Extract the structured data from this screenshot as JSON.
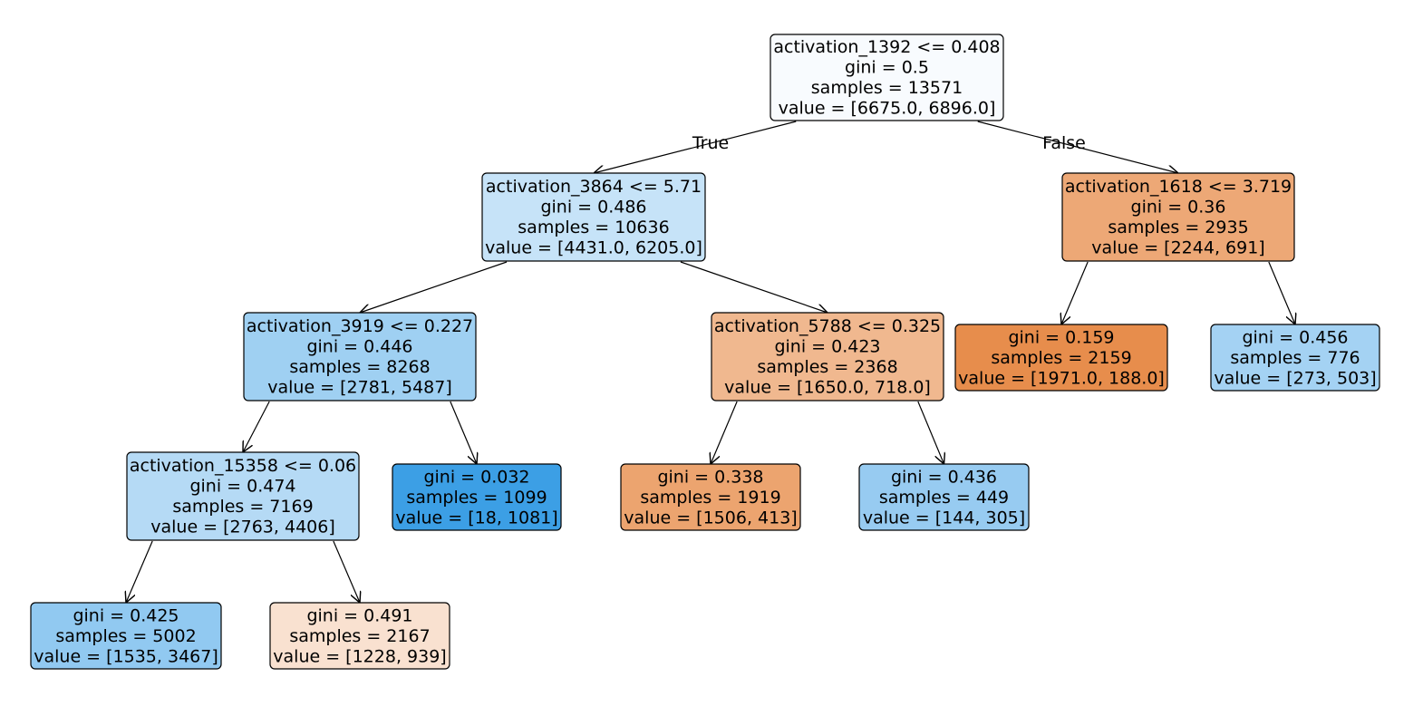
{
  "tree": {
    "edge_labels": {
      "true_label": "True",
      "false_label": "False"
    },
    "nodes": [
      {
        "id": "n0",
        "lines": [
          "activation_1392 <= 0.408",
          "gini = 0.5",
          "samples = 13571",
          "value = [6675.0, 6896.0]"
        ],
        "fill": "#f8fbfe"
      },
      {
        "id": "n1",
        "lines": [
          "activation_3864 <= 5.71",
          "gini = 0.486",
          "samples = 10636",
          "value = [4431.0, 6205.0]"
        ],
        "fill": "#c6e3f8"
      },
      {
        "id": "n2",
        "lines": [
          "activation_3919 <= 0.227",
          "gini = 0.446",
          "samples = 8268",
          "value = [2781, 5487]"
        ],
        "fill": "#9fd0f2"
      },
      {
        "id": "n3",
        "lines": [
          "activation_15358 <= 0.06",
          "gini = 0.474",
          "samples = 7169",
          "value = [2763, 4406]"
        ],
        "fill": "#b5daf5"
      },
      {
        "id": "n4",
        "lines": [
          "gini = 0.425",
          "samples = 5002",
          "value = [1535, 3467]"
        ],
        "fill": "#91c9f1"
      },
      {
        "id": "n5",
        "lines": [
          "gini = 0.491",
          "samples = 2167",
          "value = [1228, 939]"
        ],
        "fill": "#f9e1d0"
      },
      {
        "id": "n6",
        "lines": [
          "gini = 0.032",
          "samples = 1099",
          "value = [18, 1081]"
        ],
        "fill": "#3c9fe5"
      },
      {
        "id": "n7",
        "lines": [
          "activation_5788 <= 0.325",
          "gini = 0.423",
          "samples = 2368",
          "value = [1650.0, 718.0]"
        ],
        "fill": "#f0b88f"
      },
      {
        "id": "n8",
        "lines": [
          "gini = 0.338",
          "samples = 1919",
          "value = [1506, 413]"
        ],
        "fill": "#eca46f"
      },
      {
        "id": "n9",
        "lines": [
          "gini = 0.436",
          "samples = 449",
          "value = [144, 305]"
        ],
        "fill": "#97cbf1"
      },
      {
        "id": "n10",
        "lines": [
          "activation_1618 <= 3.719",
          "gini = 0.36",
          "samples = 2935",
          "value = [2244, 691]"
        ],
        "fill": "#eda876"
      },
      {
        "id": "n11",
        "lines": [
          "gini = 0.159",
          "samples = 2159",
          "value = [1971.0, 188.0]"
        ],
        "fill": "#e78d4c"
      },
      {
        "id": "n12",
        "lines": [
          "gini = 0.456",
          "samples = 776",
          "value = [273, 503]"
        ],
        "fill": "#a4d2f3"
      }
    ],
    "edges": [
      {
        "from": "n0",
        "to": "n1",
        "label": "true_label"
      },
      {
        "from": "n0",
        "to": "n10",
        "label": "false_label"
      },
      {
        "from": "n1",
        "to": "n2"
      },
      {
        "from": "n1",
        "to": "n7"
      },
      {
        "from": "n2",
        "to": "n3"
      },
      {
        "from": "n2",
        "to": "n6"
      },
      {
        "from": "n3",
        "to": "n4"
      },
      {
        "from": "n3",
        "to": "n5"
      },
      {
        "from": "n7",
        "to": "n8"
      },
      {
        "from": "n7",
        "to": "n9"
      },
      {
        "from": "n10",
        "to": "n11"
      },
      {
        "from": "n10",
        "to": "n12"
      }
    ]
  }
}
